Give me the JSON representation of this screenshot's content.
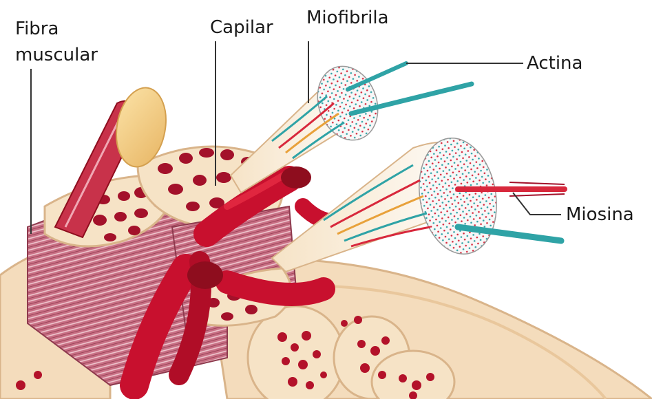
{
  "labels": {
    "fibra_line1": "Fibra",
    "fibra_line2": "muscular",
    "capilar": "Capilar",
    "miofibrila": "Miofibrila",
    "actina": "Actina",
    "miosina": "Miosina"
  },
  "colors": {
    "tissue": "#f4dcbc",
    "tissue_edge": "#d9b48a",
    "fiber_stripe": "#b5566c",
    "blood_red": "#c8102e",
    "dark_red": "#8e0d1e",
    "actin_teal": "#2fa3a6",
    "myosin_red": "#d8283c",
    "bone_fill": "#f6e3c6",
    "fat_yellow": "#f3c879"
  }
}
